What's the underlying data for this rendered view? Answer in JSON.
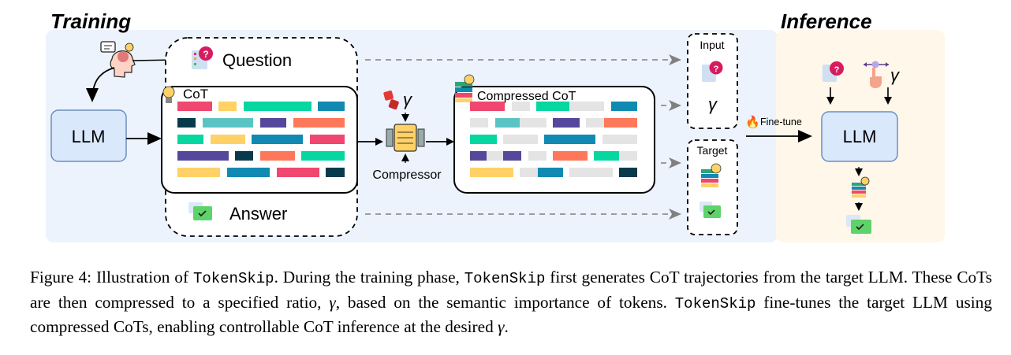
{
  "sections": {
    "training": "Training",
    "inference": "Inference"
  },
  "nodes": {
    "question": "Question",
    "cot": "CoT",
    "answer": "Answer",
    "llm": "LLM",
    "llm_inference": "LLM",
    "compressor": "Compressor",
    "compressed_cot": "Compressed CoT",
    "input": "Input",
    "target": "Target",
    "gamma": "γ",
    "fine_tune": "Fine-tune"
  },
  "colors": {
    "training_bg": "#ecf3fc",
    "inference_bg": "#fef7ea",
    "llm_fill": "#dae8fc",
    "llm_stroke": "#6c8ebf",
    "arrow_gray": "#808080",
    "pruned": "#e4e4e4",
    "red": "#ef476f",
    "yellow": "#ffd166",
    "green": "#06d6a0",
    "blue": "#118ab2",
    "dark": "#073b4c",
    "teal": "#5ac4c4",
    "purple": "#54479c",
    "orange": "#ff775a"
  },
  "caption": {
    "p1": "Figure 4: Illustration of ",
    "m1": "TokenSkip",
    "p2": ". During the training phase, ",
    "m2": "TokenSkip",
    "p3": " first generates CoT trajectories from the target LLM. These CoTs are then compressed to a specified ratio, ",
    "g1": "γ",
    "p4": ", based on the semantic importance of tokens. ",
    "m3": "TokenSkip",
    "p5": " fine-tunes the target LLM using compressed CoTs, enabling controllable CoT inference at the desired ",
    "g2": "γ",
    "p6": "."
  }
}
